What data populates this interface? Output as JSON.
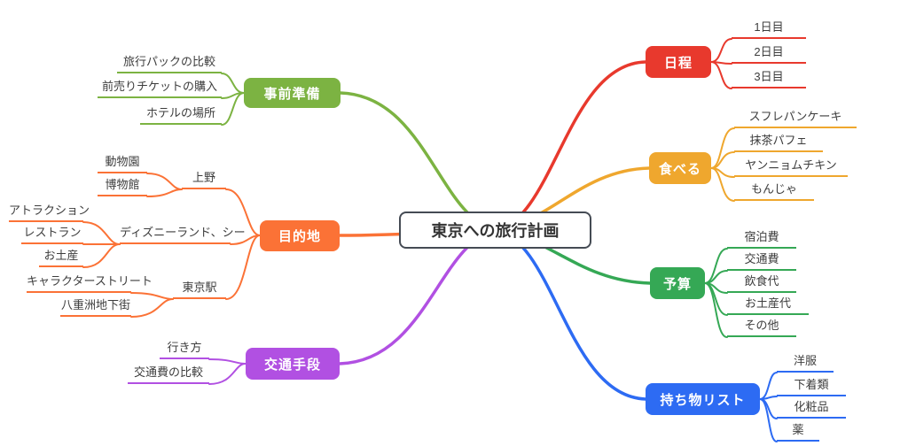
{
  "center": {
    "label": "東京への旅行計画"
  },
  "branches": [
    {
      "label": "事前準備",
      "color": "#7cb342",
      "children": [
        "旅行パックの比較",
        "前売りチケットの購入",
        "ホテルの場所"
      ]
    },
    {
      "label": "目的地",
      "color": "#fb7236",
      "children": [
        {
          "label": "上野",
          "children": [
            "動物園",
            "博物館"
          ]
        },
        {
          "label": "ディズニーランド、シー",
          "children": [
            "アトラクション",
            "レストラン",
            "お土産"
          ]
        },
        {
          "label": "東京駅",
          "children": [
            "キャラクターストリート",
            "八重洲地下街"
          ]
        }
      ]
    },
    {
      "label": "交通手段",
      "color": "#b150e2",
      "children": [
        "行き方",
        "交通費の比較"
      ]
    },
    {
      "label": "日程",
      "color": "#e8392d",
      "children": [
        "1日目",
        "2日目",
        "3日目"
      ]
    },
    {
      "label": "食べる",
      "color": "#efa72e",
      "children": [
        "スフレパンケーキ",
        "抹茶パフェ",
        "ヤンニョムチキン",
        "もんじゃ"
      ]
    },
    {
      "label": "予算",
      "color": "#35a855",
      "children": [
        "宿泊費",
        "交通費",
        "飲食代",
        "お土産代",
        "その他"
      ]
    },
    {
      "label": "持ち物リスト",
      "color": "#2d6bf3",
      "children": [
        "洋服",
        "下着類",
        "化粧品",
        "薬"
      ]
    }
  ]
}
